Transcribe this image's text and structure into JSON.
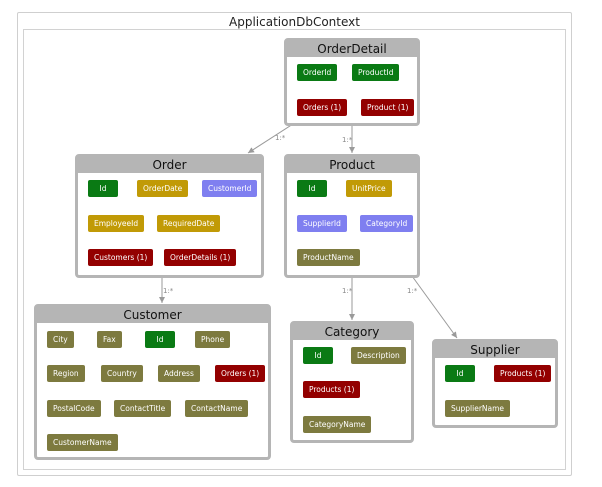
{
  "context": {
    "title": "ApplicationDbContext"
  },
  "colors": {
    "key": "#0a7a14",
    "navigation": "#930000",
    "required": "#c19a06",
    "foreign_key": "#7f7ff0",
    "optional": "#7d7a3f",
    "entity_header": "#b5b5b5",
    "edge": "#9a9a9a"
  },
  "entities": {
    "orderdetail": {
      "title": "OrderDetail",
      "fields": [
        {
          "label": "OrderId",
          "kind": "key"
        },
        {
          "label": "ProductId",
          "kind": "key"
        },
        {
          "label": "Orders (1)",
          "kind": "navigation"
        },
        {
          "label": "Product (1)",
          "kind": "navigation"
        }
      ]
    },
    "order": {
      "title": "Order",
      "fields": [
        {
          "label": "Id",
          "kind": "key"
        },
        {
          "label": "OrderDate",
          "kind": "required"
        },
        {
          "label": "CustomerId",
          "kind": "foreign_key"
        },
        {
          "label": "EmployeeId",
          "kind": "required"
        },
        {
          "label": "RequiredDate",
          "kind": "required"
        },
        {
          "label": "Customers (1)",
          "kind": "navigation"
        },
        {
          "label": "OrderDetails (1)",
          "kind": "navigation"
        }
      ]
    },
    "product": {
      "title": "Product",
      "fields": [
        {
          "label": "Id",
          "kind": "key"
        },
        {
          "label": "UnitPrice",
          "kind": "required"
        },
        {
          "label": "SupplierId",
          "kind": "foreign_key"
        },
        {
          "label": "CategoryId",
          "kind": "foreign_key"
        },
        {
          "label": "ProductName",
          "kind": "optional"
        }
      ]
    },
    "customer": {
      "title": "Customer",
      "fields": [
        {
          "label": "City",
          "kind": "optional"
        },
        {
          "label": "Fax",
          "kind": "optional"
        },
        {
          "label": "Id",
          "kind": "key"
        },
        {
          "label": "Phone",
          "kind": "optional"
        },
        {
          "label": "Region",
          "kind": "optional"
        },
        {
          "label": "Country",
          "kind": "optional"
        },
        {
          "label": "Address",
          "kind": "optional"
        },
        {
          "label": "Orders (1)",
          "kind": "navigation"
        },
        {
          "label": "PostalCode",
          "kind": "optional"
        },
        {
          "label": "ContactTitle",
          "kind": "optional"
        },
        {
          "label": "ContactName",
          "kind": "optional"
        },
        {
          "label": "CustomerName",
          "kind": "optional"
        }
      ]
    },
    "category": {
      "title": "Category",
      "fields": [
        {
          "label": "Id",
          "kind": "key"
        },
        {
          "label": "Description",
          "kind": "optional"
        },
        {
          "label": "Products (1)",
          "kind": "navigation"
        },
        {
          "label": "CategoryName",
          "kind": "optional"
        }
      ]
    },
    "supplier": {
      "title": "Supplier",
      "fields": [
        {
          "label": "Id",
          "kind": "key"
        },
        {
          "label": "Products (1)",
          "kind": "navigation"
        },
        {
          "label": "SupplierName",
          "kind": "optional"
        }
      ]
    }
  },
  "relationships": [
    {
      "from": "OrderDetail",
      "to": "Order",
      "multiplicity": "1:*"
    },
    {
      "from": "OrderDetail",
      "to": "Product",
      "multiplicity": "1:*"
    },
    {
      "from": "Order",
      "to": "Customer",
      "multiplicity": "1:*"
    },
    {
      "from": "Product",
      "to": "Category",
      "multiplicity": "1:*"
    },
    {
      "from": "Product",
      "to": "Supplier",
      "multiplicity": "1:*"
    }
  ]
}
